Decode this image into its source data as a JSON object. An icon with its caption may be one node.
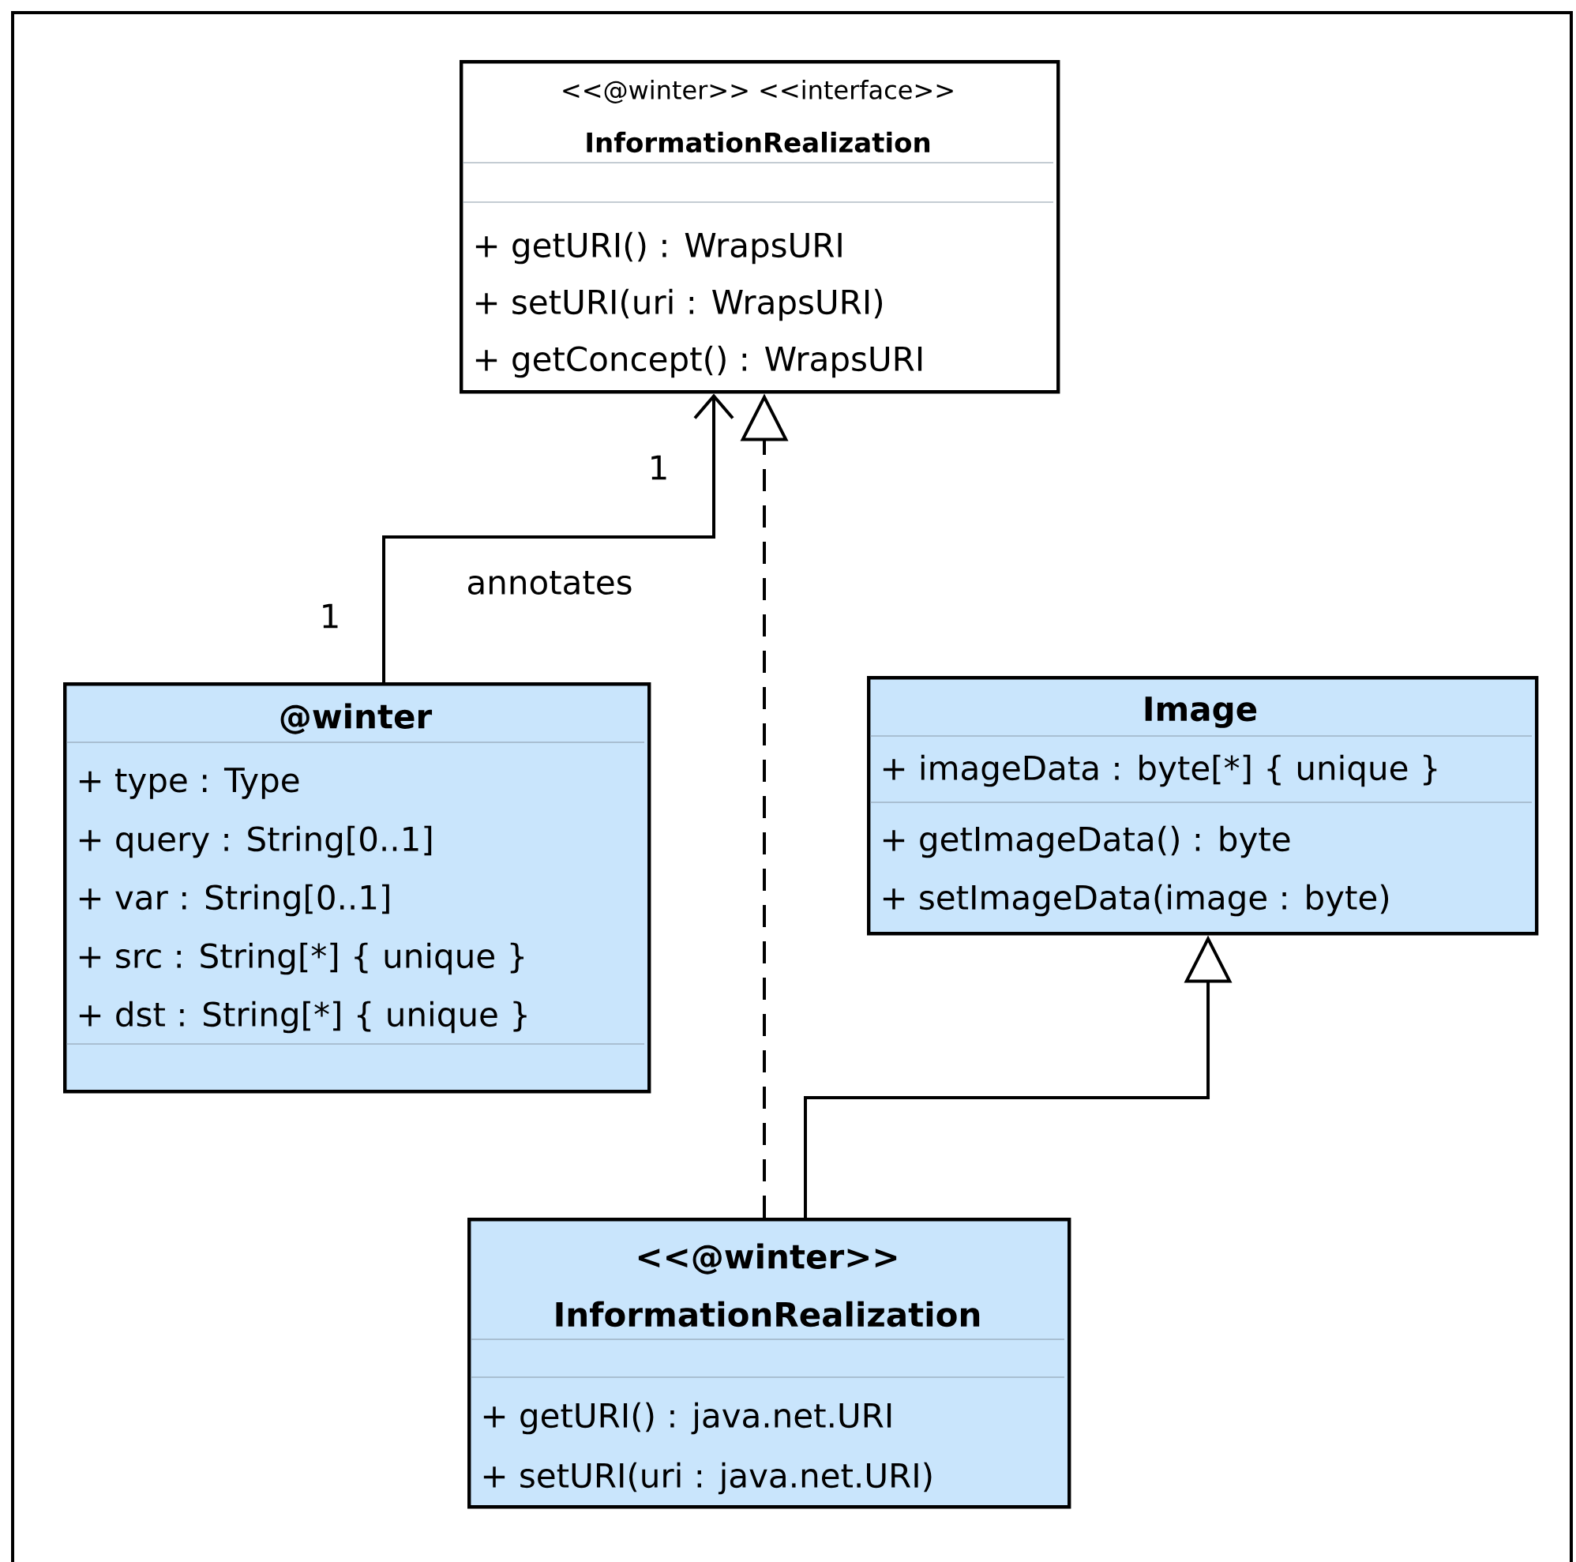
{
  "diagram": {
    "nodes": [
      {
        "text": [
          "<<@winter>> <<interface>>",
          "InformationRealization",
          "+ getURI() : WrapsURI",
          "+ setURI(uri : WrapsURI)",
          "+ getConcept() : WrapsURI"
        ]
      },
      {
        "text": [
          "@winter",
          "+ type : Type",
          "+ query : String[0..1]",
          "+ var : String[0..1]",
          "+ src : String[*] { unique }",
          "+ dst : String[*] { unique }"
        ]
      },
      {
        "text": [
          "Image",
          "+ imageData : byte[*] { unique }",
          "+ getImageData() : byte",
          "+ setImageData(image : byte)"
        ]
      },
      {
        "text": [
          "<<@winter>>",
          "InformationRealization",
          "+ getURI() : java.net.URI",
          "+ setURI(uri : java.net.URI)"
        ]
      }
    ],
    "edges": [
      {
        "from": 1,
        "to": 0,
        "arrow": "to",
        "label": "annotates"
      },
      {
        "from": 3,
        "to": 0,
        "arrow": "to",
        "style": "dashed"
      },
      {
        "from": 3,
        "to": 2,
        "arrow": "to"
      }
    ],
    "labels": [
      "1",
      "1"
    ]
  }
}
